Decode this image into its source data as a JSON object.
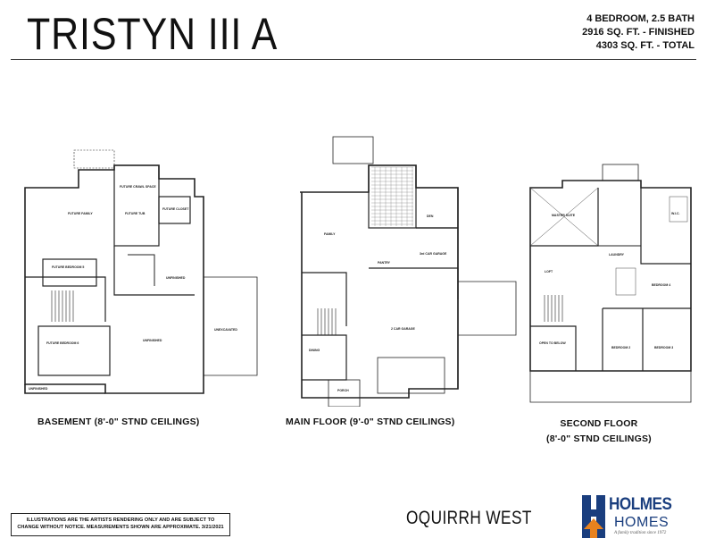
{
  "header": {
    "title": "TRISTYN III A",
    "specs": [
      "4 BEDROOM, 2.5 BATH",
      "2916 SQ. FT. - FINISHED",
      "4303 SQ. FT. - TOTAL"
    ]
  },
  "floors": {
    "basement": {
      "label": "BASEMENT (8'-0\" STND CEILINGS)",
      "rooms": [
        "FUTURE FAMILY",
        "FUTURE CRAWL SPACE",
        "FUTURE TUB",
        "FUTURE CLOSET",
        "FUTURE BEDROOM 5",
        "FUTURE BEDROOM 6",
        "UNFINISHED",
        "UNFINISHED",
        "UNFINISHED",
        "UNEXCAVATED"
      ]
    },
    "main": {
      "label": "MAIN FLOOR (9'-0\" STND CEILINGS)",
      "rooms": [
        "FAMILY",
        "DEN",
        "3rd CAR GARAGE",
        "2 CAR GARAGE",
        "DINING",
        "PORCH",
        "PANTRY"
      ]
    },
    "second": {
      "label_lines": [
        "SECOND FLOOR",
        "(8'-0\" STND CEILINGS)"
      ],
      "rooms": [
        "MASTER SUITE",
        "LOFT",
        "BEDROOM 4",
        "BEDROOM 2",
        "BEDROOM 3",
        "OPEN TO BELOW",
        "LAUNDRY",
        "W.I.C."
      ]
    }
  },
  "footer": {
    "disclaimer": "ILLUSTRATIONS ARE THE ARTISTS RENDERING ONLY AND ARE SUBJECT TO CHANGE WITHOUT NOTICE. MEASUREMENTS SHOWN ARE APPROXIMATE. 3/21/2021",
    "community": "OQUIRRH WEST",
    "logo": {
      "word1": "HOLMES",
      "word2": "HOMES",
      "tagline": "A family tradition since 1972"
    }
  },
  "colors": {
    "logo_blue": "#1a3e7e",
    "logo_orange": "#e8821e",
    "line": "#222222"
  }
}
